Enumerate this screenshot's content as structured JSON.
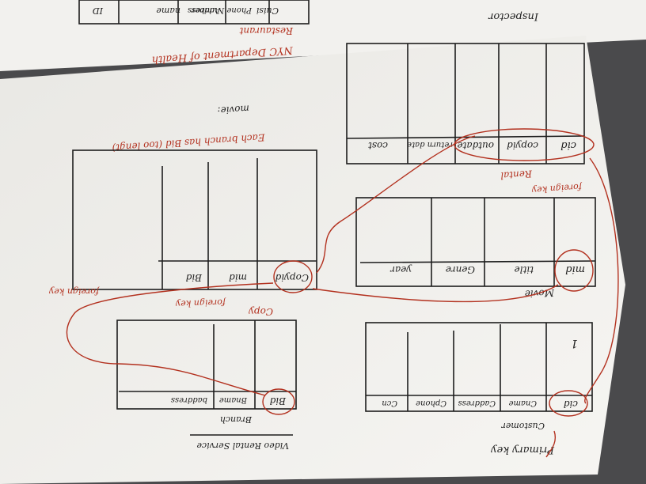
{
  "top_sheet": {
    "inspector_label": "Inspector",
    "restaurant_columns": [
      "ID",
      "name",
      "Address",
      "Phone Number",
      "Cuisi"
    ],
    "restaurant_label": "Restaurant",
    "dept_label": "NYC Department of Health"
  },
  "tables": {
    "rental": {
      "title": "Rental",
      "columns": [
        "cid",
        "copyid",
        "outdate",
        "return date",
        "cost"
      ]
    },
    "movie": {
      "title": "Movie",
      "columns": [
        "mid",
        "title",
        "Genre",
        "year"
      ]
    },
    "copy": {
      "title": "Copy",
      "columns": [
        "Copyid",
        "mid",
        "Bid"
      ]
    },
    "customer": {
      "title": "Customer",
      "columns": [
        "cid",
        "Cname",
        "Caddress",
        "Cphone",
        "Ccn"
      ],
      "row_mark": "1"
    },
    "branch": {
      "title": "Branch",
      "columns": [
        "Bid",
        "Bname",
        "baddress"
      ]
    }
  },
  "notes": {
    "movie_label": "movie:",
    "branch_note": "Each branch has Bid (too lengt)",
    "foreign_key_rental": "foreign key",
    "foreign_key_copy": "foreign key",
    "foreign_key_left": "foreign key",
    "primary_key": "Primary key",
    "heading": "Video Rental Service"
  },
  "colors": {
    "paper": "#f5f4f0",
    "ink": "#1d1d1d",
    "red_ink": "#b3311f",
    "background": "#4a4a4c"
  }
}
